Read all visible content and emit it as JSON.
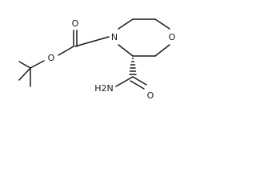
{
  "molecule": {
    "atoms": {
      "carbonyl_o_top": "O",
      "ester_o": "O",
      "ring_n": "N",
      "ring_o": "O",
      "amide_n": "H2N",
      "amide_o": "O"
    }
  },
  "colors": {
    "bond": "#1a1a1a",
    "background": "#ffffff"
  }
}
